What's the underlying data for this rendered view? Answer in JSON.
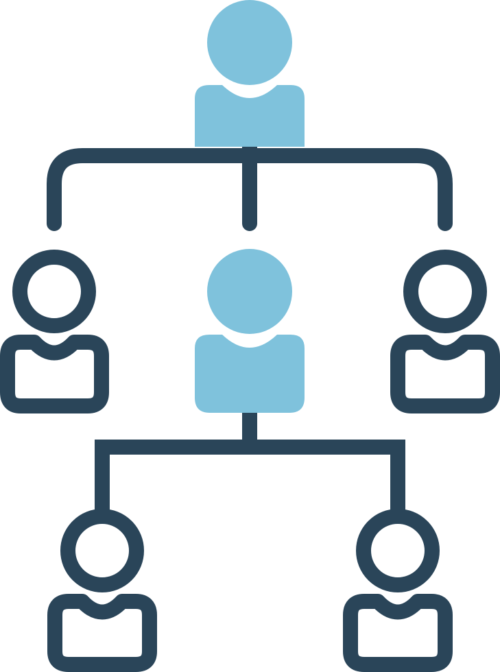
{
  "diagram": {
    "type": "organizational-hierarchy-icon",
    "colors": {
      "filled": "#7FC2DC",
      "outline": "#2A4559",
      "background": "#FFFFFF"
    },
    "nodes": [
      {
        "id": "top-person",
        "style": "filled",
        "level": 1
      },
      {
        "id": "left-person",
        "style": "outline",
        "level": 2
      },
      {
        "id": "middle-person",
        "style": "filled",
        "level": 2
      },
      {
        "id": "right-person",
        "style": "outline",
        "level": 2
      },
      {
        "id": "bottom-left-person",
        "style": "outline",
        "level": 3
      },
      {
        "id": "bottom-right-person",
        "style": "outline",
        "level": 3
      }
    ],
    "edges": [
      {
        "from": "top-person",
        "to": "left-person"
      },
      {
        "from": "top-person",
        "to": "middle-person"
      },
      {
        "from": "top-person",
        "to": "right-person"
      },
      {
        "from": "middle-person",
        "to": "bottom-left-person"
      },
      {
        "from": "middle-person",
        "to": "bottom-right-person"
      }
    ]
  }
}
